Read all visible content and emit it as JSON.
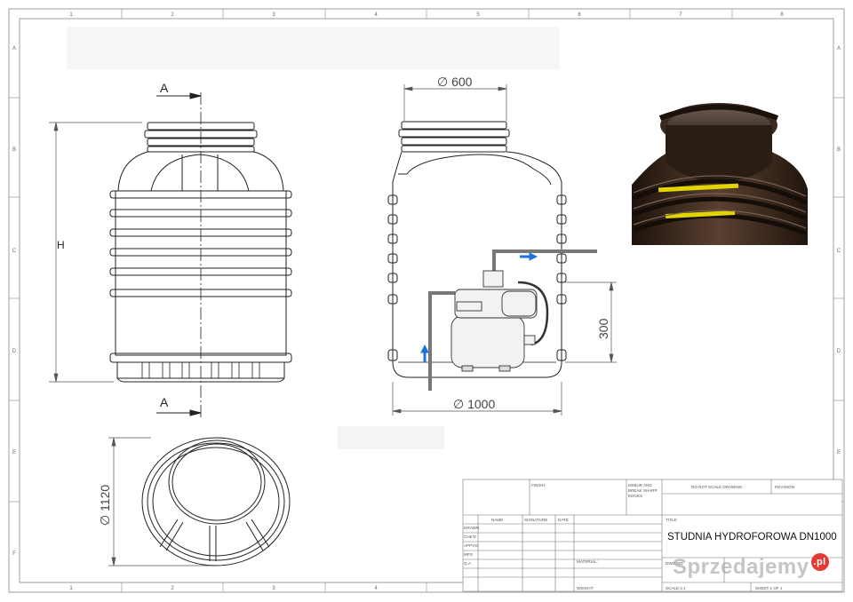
{
  "sheet": {
    "top_cols": [
      "1",
      "2",
      "3",
      "4",
      "5",
      "6",
      "7",
      "8"
    ],
    "bottom_cols": [
      "1",
      "2",
      "3",
      "4"
    ],
    "rows": [
      "A",
      "B",
      "C",
      "D",
      "E",
      "F"
    ]
  },
  "dims": {
    "section_mark": "A",
    "height_label": "H",
    "top_diameter": "∅ 600",
    "bottom_diameter": "∅ 1000",
    "height_300": "300",
    "plan_diameter": "∅ 1120"
  },
  "title_block": {
    "finish": "FINISH:",
    "deburr": "DEBUR AND BREAK SHARP EDGES",
    "do_not_scale": "DO NOT SCALE DRAWING",
    "revision": "REVISION",
    "name": "NAME",
    "signature": "SIGNATURE",
    "date": "DATE",
    "title_label": "TITLE:",
    "drawn": "DRAWN",
    "chkd": "CHK'D",
    "appvd": "APPV'D",
    "mfg": "MFG",
    "qa": "Q.A",
    "material": "MATERIAL:",
    "dwg_no": "DWG NO.",
    "weight": "WEIGHT:",
    "scale": "SCALE:1:1",
    "sheet": "SHEET 1 OF 1",
    "title": "STUDNIA HYDROFOROWA DN1000"
  },
  "watermark": {
    "text": "Sprzedajemy",
    "suffix": ".pl"
  },
  "colors": {
    "line": "#222222",
    "arrow": "#1e73d8",
    "stripe": "#e2d400",
    "tank_dark": "#3a2a1e"
  }
}
